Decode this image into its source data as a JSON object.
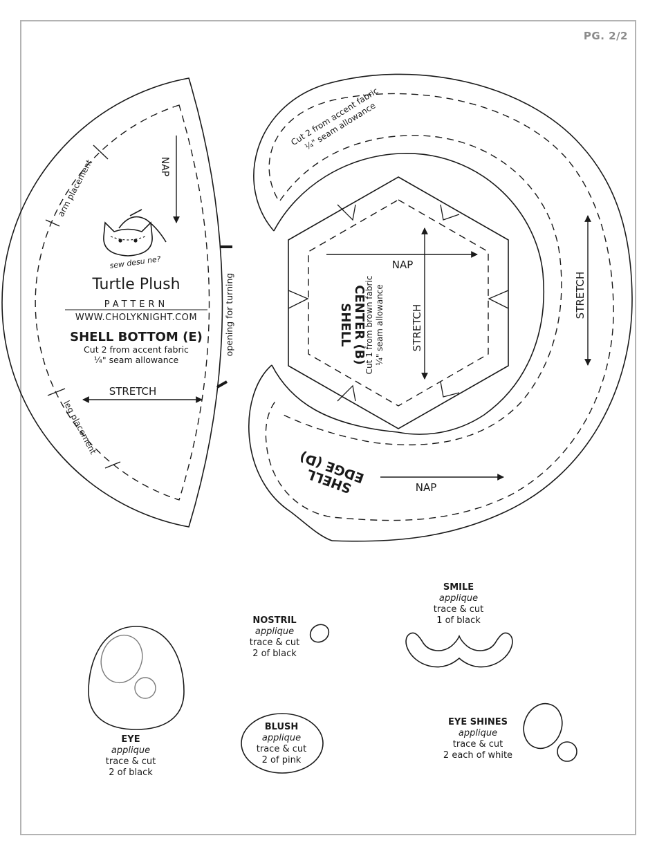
{
  "page": {
    "number": "PG. 2/2"
  },
  "brand": {
    "title": "Turtle Plush",
    "pattern_word": "PATTERN",
    "website": "WWW.CHOLYKNIGHT.COM",
    "logo_text": "sew desu ne?"
  },
  "shell_bottom": {
    "title": "SHELL BOTTOM (E)",
    "cut": "Cut 2 from accent fabric",
    "seam": "¼\" seam allowance",
    "nap": "NAP",
    "stretch": "STRETCH",
    "arm": "arm placement",
    "leg": "leg placement",
    "opening": "opening for turning"
  },
  "shell_center": {
    "title_1": "SHELL",
    "title_2": "CENTER (B)",
    "cut": "Cut 1 from brown fabric",
    "seam": "¼\" seam allowance",
    "nap": "NAP",
    "stretch": "STRETCH"
  },
  "shell_edge": {
    "title_1": "SHELL",
    "title_2": "EDGE (D)",
    "cut": "Cut 2 from accent fabric",
    "seam": "¼\" seam allowance",
    "nap": "NAP",
    "stretch": "STRETCH"
  },
  "appliques": {
    "eye": {
      "title": "EYE",
      "type": "applique",
      "line1": "trace & cut",
      "line2": "2 of black"
    },
    "nostril": {
      "title": "NOSTRIL",
      "type": "applique",
      "line1": "trace & cut",
      "line2": "2 of black"
    },
    "blush": {
      "title": "BLUSH",
      "type": "applique",
      "line1": "trace & cut",
      "line2": "2 of pink"
    },
    "smile": {
      "title": "SMILE",
      "type": "applique",
      "line1": "trace & cut",
      "line2": "1 of black"
    },
    "eye_shines": {
      "title": "EYE SHINES",
      "type": "applique",
      "line1": "trace & cut",
      "line2": "2 each of white"
    }
  }
}
